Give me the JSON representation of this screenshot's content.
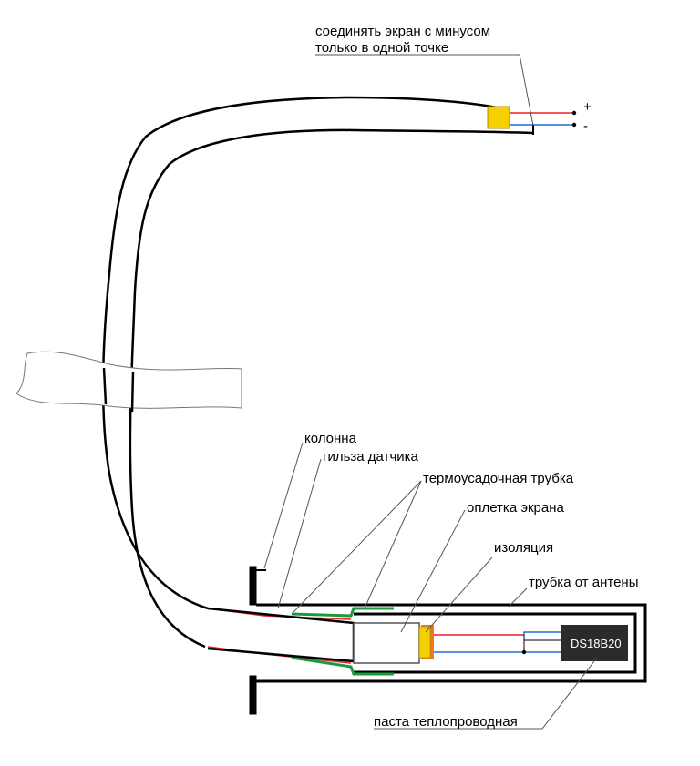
{
  "labels": {
    "top_note_line1": "соединять экран с минусом",
    "top_note_line2": "только в одной точке",
    "plus": "+",
    "minus": "-",
    "column": "колонна",
    "sensor_sleeve": "гильза датчика",
    "heat_shrink": "термоусадочная трубка",
    "shield_braid": "оплетка экрана",
    "insulation": "изоляция",
    "antenna_tube": "трубка от антены",
    "thermal_paste": "паста теплопроводная",
    "chip": "DS18B20"
  },
  "colors": {
    "outline": "#000000",
    "red_wire": "#e8202a",
    "blue_wire": "#1f6fd6",
    "green_tube": "#1a9a3a",
    "yellow_solder": "#f5d000",
    "orange_solder": "#f07a1a",
    "chip_fill": "#2b2b2b",
    "leader": "#555555"
  }
}
